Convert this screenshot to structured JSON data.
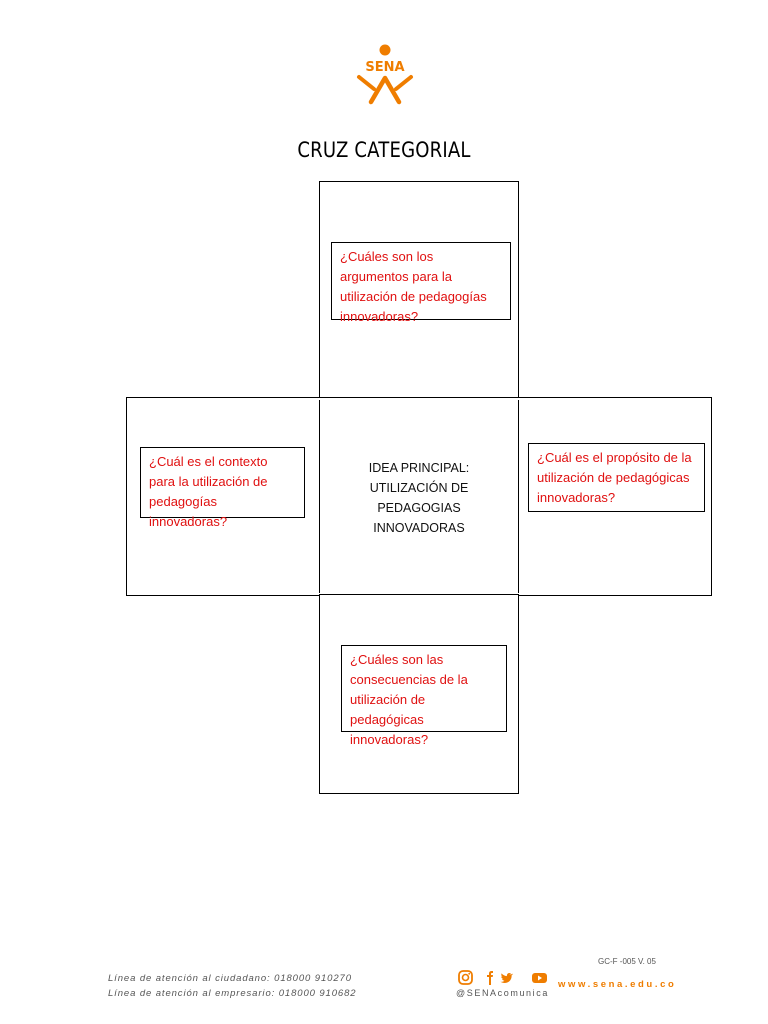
{
  "header": {
    "logo_text": "SENA",
    "title": "CRUZ CATEGORIAL"
  },
  "cross": {
    "top_question": "¿Cuáles son los argumentos para la utilización de pedagogías innovadoras?",
    "left_question": "¿Cuál es el contexto para la utilización de pedagogías innovadoras?",
    "right_question": "¿Cuál es el propósito de la utilización de pedagógicas innovadoras?",
    "bottom_question": "¿Cuáles son las consecuencias de la utilización de pedagógicas innovadoras?",
    "center": {
      "lines": [
        "IDEA PRINCIPAL:",
        "UTILIZACIÓN DE",
        "PEDAGOGIAS",
        "INNOVADORAS"
      ]
    }
  },
  "footer": {
    "form_code": "GC-F -005 V. 05",
    "citizen_line": "Línea de atención al ciudadano: 018000 910270",
    "business_line": "Línea de atención al empresario: 018000 910682",
    "social_handle": "@SENAcomunica",
    "website": "www.sena.edu.co",
    "social_icons": [
      "instagram-icon",
      "facebook-icon",
      "twitter-icon",
      "youtube-icon"
    ]
  },
  "colors": {
    "question_text": "#e01010",
    "brand_orange": "#ef7d00"
  }
}
